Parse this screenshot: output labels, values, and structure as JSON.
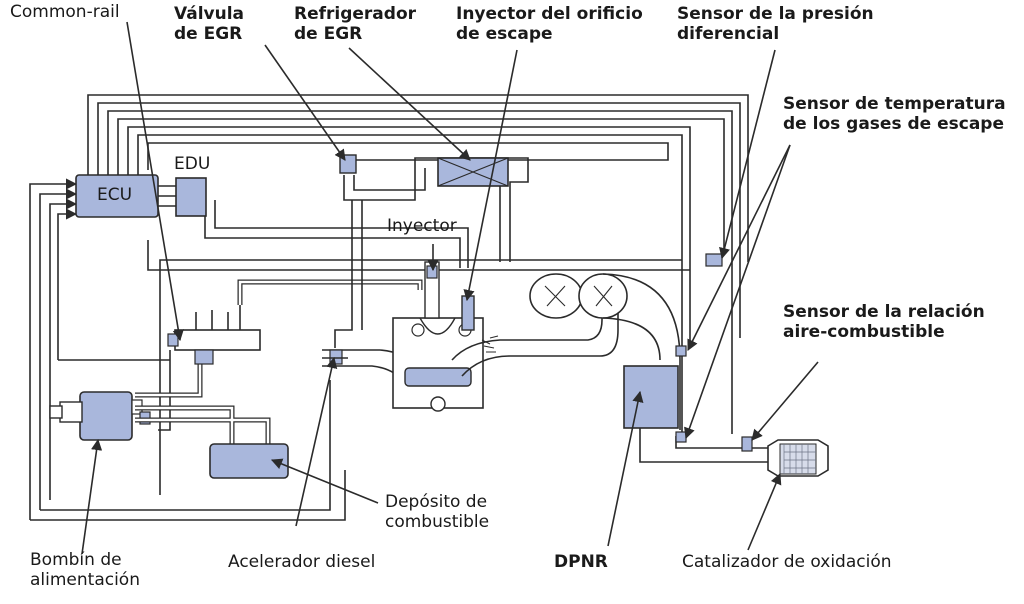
{
  "labels": {
    "common_rail": "Common-rail",
    "egr_valve": "Válvula\nde EGR",
    "egr_cooler": "Refrigerador\nde EGR",
    "exhaust_port_injector": "Inyector del orificio\nde escape",
    "diff_pressure_sensor": "Sensor de la presión\ndiferencial",
    "exhaust_temp_sensor": "Sensor de temperatura\nde los gases de escape",
    "air_fuel_ratio_sensor": "Sensor de la relación\naire-combustible",
    "edu": "EDU",
    "ecu": "ECU",
    "injector": "Inyector",
    "fuel_tank": "Depósito de\ncombustible",
    "supply_pump": "Bombín de\nalimentación",
    "diesel_throttle": "Acelerador diesel",
    "dpnr": "DPNR",
    "oxidation_catalyst": "Catalizador de oxidación"
  },
  "colors": {
    "component_fill": "#a9b7dc",
    "line": "#2b2b2b",
    "text": "#1a1a1a"
  }
}
